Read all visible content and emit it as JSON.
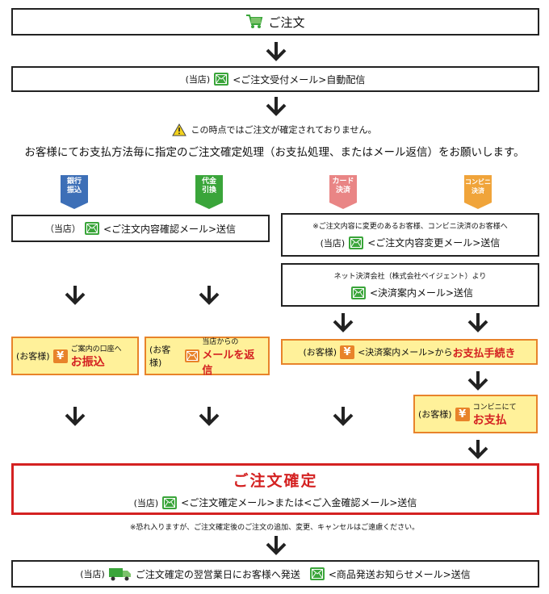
{
  "order": {
    "title": "ご注文"
  },
  "auto_reply": {
    "prefix": "(当店)",
    "text": "<ご注文受付メール>自動配信"
  },
  "warning": {
    "text": "この時点ではご注文が確定されておりません。"
  },
  "instruction": {
    "text": "お客様にてお支払方法毎に指定のご注文確定処理（お支払処理、またはメール返信）をお願いします。"
  },
  "methods": [
    {
      "line1": "銀行",
      "line2": "振込",
      "color": "#3d6fb7"
    },
    {
      "line1": "代金",
      "line2": "引換",
      "color": "#3aa53a"
    },
    {
      "line1": "カード",
      "line2": "決済",
      "color": "#e98585"
    },
    {
      "line1": "コンビニ",
      "line2": "決済",
      "color": "#f0a43a"
    }
  ],
  "confirm_mail": {
    "prefix": "（当店）",
    "text": "<ご注文内容確認メール>送信"
  },
  "change_mail": {
    "note": "※ご注文内容に変更のあるお客様、コンビニ決済のお客様へ",
    "prefix": "(当店)",
    "text": "<ご注文内容変更メール>送信"
  },
  "settle_mail": {
    "note": "ネット決済会社（株式会社ベイジェント）より",
    "text": "<決済案内メール>送信"
  },
  "bank_pay": {
    "prefix": "(お客様)",
    "small": "ご案内の口座へ",
    "big": "お振込"
  },
  "cod_reply": {
    "prefix": "(お客様)",
    "small": "当店からの",
    "big": "メールを返信"
  },
  "card_pay": {
    "prefix": "(お客様)",
    "text": "<決済案内メール>から",
    "big": "お支払手続き"
  },
  "conv_pay": {
    "prefix": "(お客様)",
    "small": "コンビニにて",
    "big": "お支払"
  },
  "confirmed": {
    "title": "ご注文確定",
    "prefix": "(当店)",
    "text": "<ご注文確定メール>または<ご入金確認メール>送信"
  },
  "notice": {
    "text": "※恐れ入りますが、ご注文確定後のご注文の追加、変更、キャンセルはご遠慮ください。"
  },
  "shipping": {
    "prefix": "(当店)",
    "text": "ご注文確定の翌営業日にお客様へ発送",
    "mail_text": "<商品発送お知らせメール>送信"
  },
  "colors": {
    "accent_red": "#d42121",
    "accent_orange": "#e8832a",
    "pay_fill": "#fff19a",
    "mail_green": "#3aa53a"
  }
}
